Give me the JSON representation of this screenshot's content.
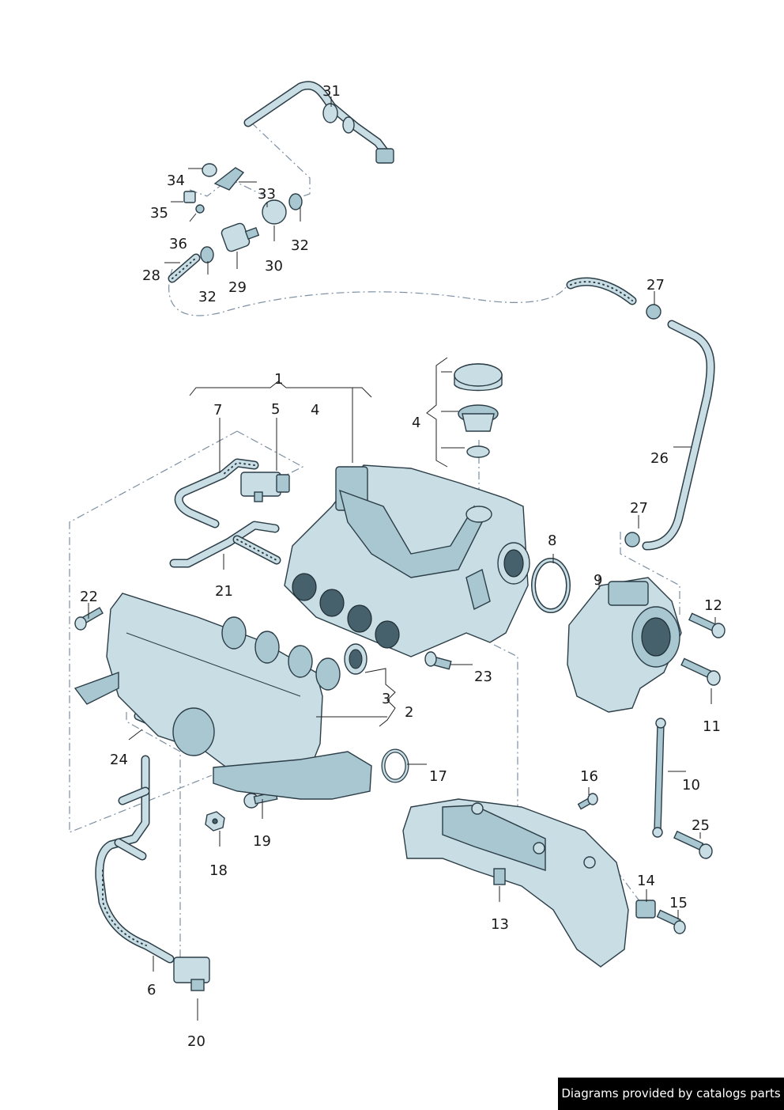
{
  "callouts": {
    "c1": "1",
    "c2": "2",
    "c3": "3",
    "c4a": "4",
    "c4b": "4",
    "c5": "5",
    "c6": "6",
    "c7": "7",
    "c8": "8",
    "c9": "9",
    "c10": "10",
    "c11": "11",
    "c12": "12",
    "c13": "13",
    "c14": "14",
    "c15": "15",
    "c16": "16",
    "c17": "17",
    "c18": "18",
    "c19": "19",
    "c20": "20",
    "c21": "21",
    "c22": "22",
    "c23": "23",
    "c24": "24",
    "c25": "25",
    "c26": "26",
    "c27a": "27",
    "c27b": "27",
    "c28": "28",
    "c29": "29",
    "c30": "30",
    "c31": "31",
    "c32a": "32",
    "c32b": "32",
    "c33": "33",
    "c34": "34",
    "c35": "35",
    "c36": "36"
  },
  "footer": {
    "text": "Diagrams provided by catalogs parts"
  },
  "colors": {
    "part_fill": "#c9dde4",
    "part_shade": "#a9c7d1",
    "outline": "#2b3d47",
    "dash_line": "#7d8fa3"
  }
}
